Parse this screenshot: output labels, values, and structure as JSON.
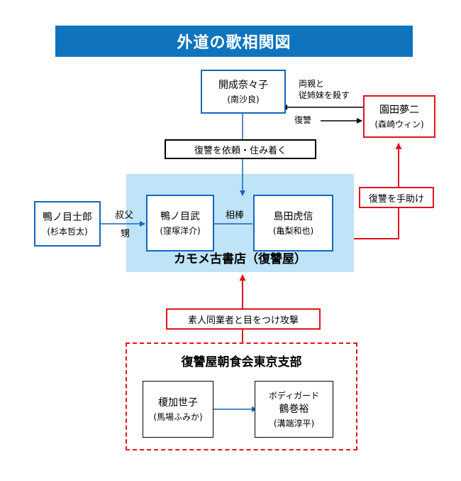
{
  "title": "外道の歌相関図",
  "characters": {
    "kaisei": {
      "name": "開成奈々子",
      "actor": "(南沙良)"
    },
    "sonoda": {
      "name": "園田夢二",
      "actor": "(森崎ウィン)"
    },
    "kamo_shiro": {
      "name": "鴨ノ目士郎",
      "actor": "(杉本哲太)"
    },
    "kamo_take": {
      "name": "鴨ノ目武",
      "actor": "(窪塚洋介)"
    },
    "shimada": {
      "name": "島田虎信",
      "actor": "(亀梨和也)"
    },
    "enoki": {
      "name": "榎加世子",
      "actor": "(馬場ふみか)"
    },
    "tsuru": {
      "role": "ボディガード",
      "name": "鶴巻裕",
      "actor": "(溝端淳平)"
    }
  },
  "relations": {
    "request": "復讐を依頼・住み着く",
    "killed_line1": "両親と",
    "killed_line2": "従姉妹を殺す",
    "revenge": "復讐",
    "assist": "復讐を手助け",
    "uncle_line1": "叔父",
    "uncle_line2": "甥",
    "partner": "相棒",
    "attack": "素人同業者と目をつけ攻撃"
  },
  "groups": {
    "shop": "カモメ古書店（復讐屋）",
    "branch": "復讐屋朝食会東京支部"
  },
  "colors": {
    "title_bg": "#0f74bd",
    "shop_bg": "#bfe3f7",
    "blue_border": "#1565c0",
    "red": "#e0141e"
  }
}
